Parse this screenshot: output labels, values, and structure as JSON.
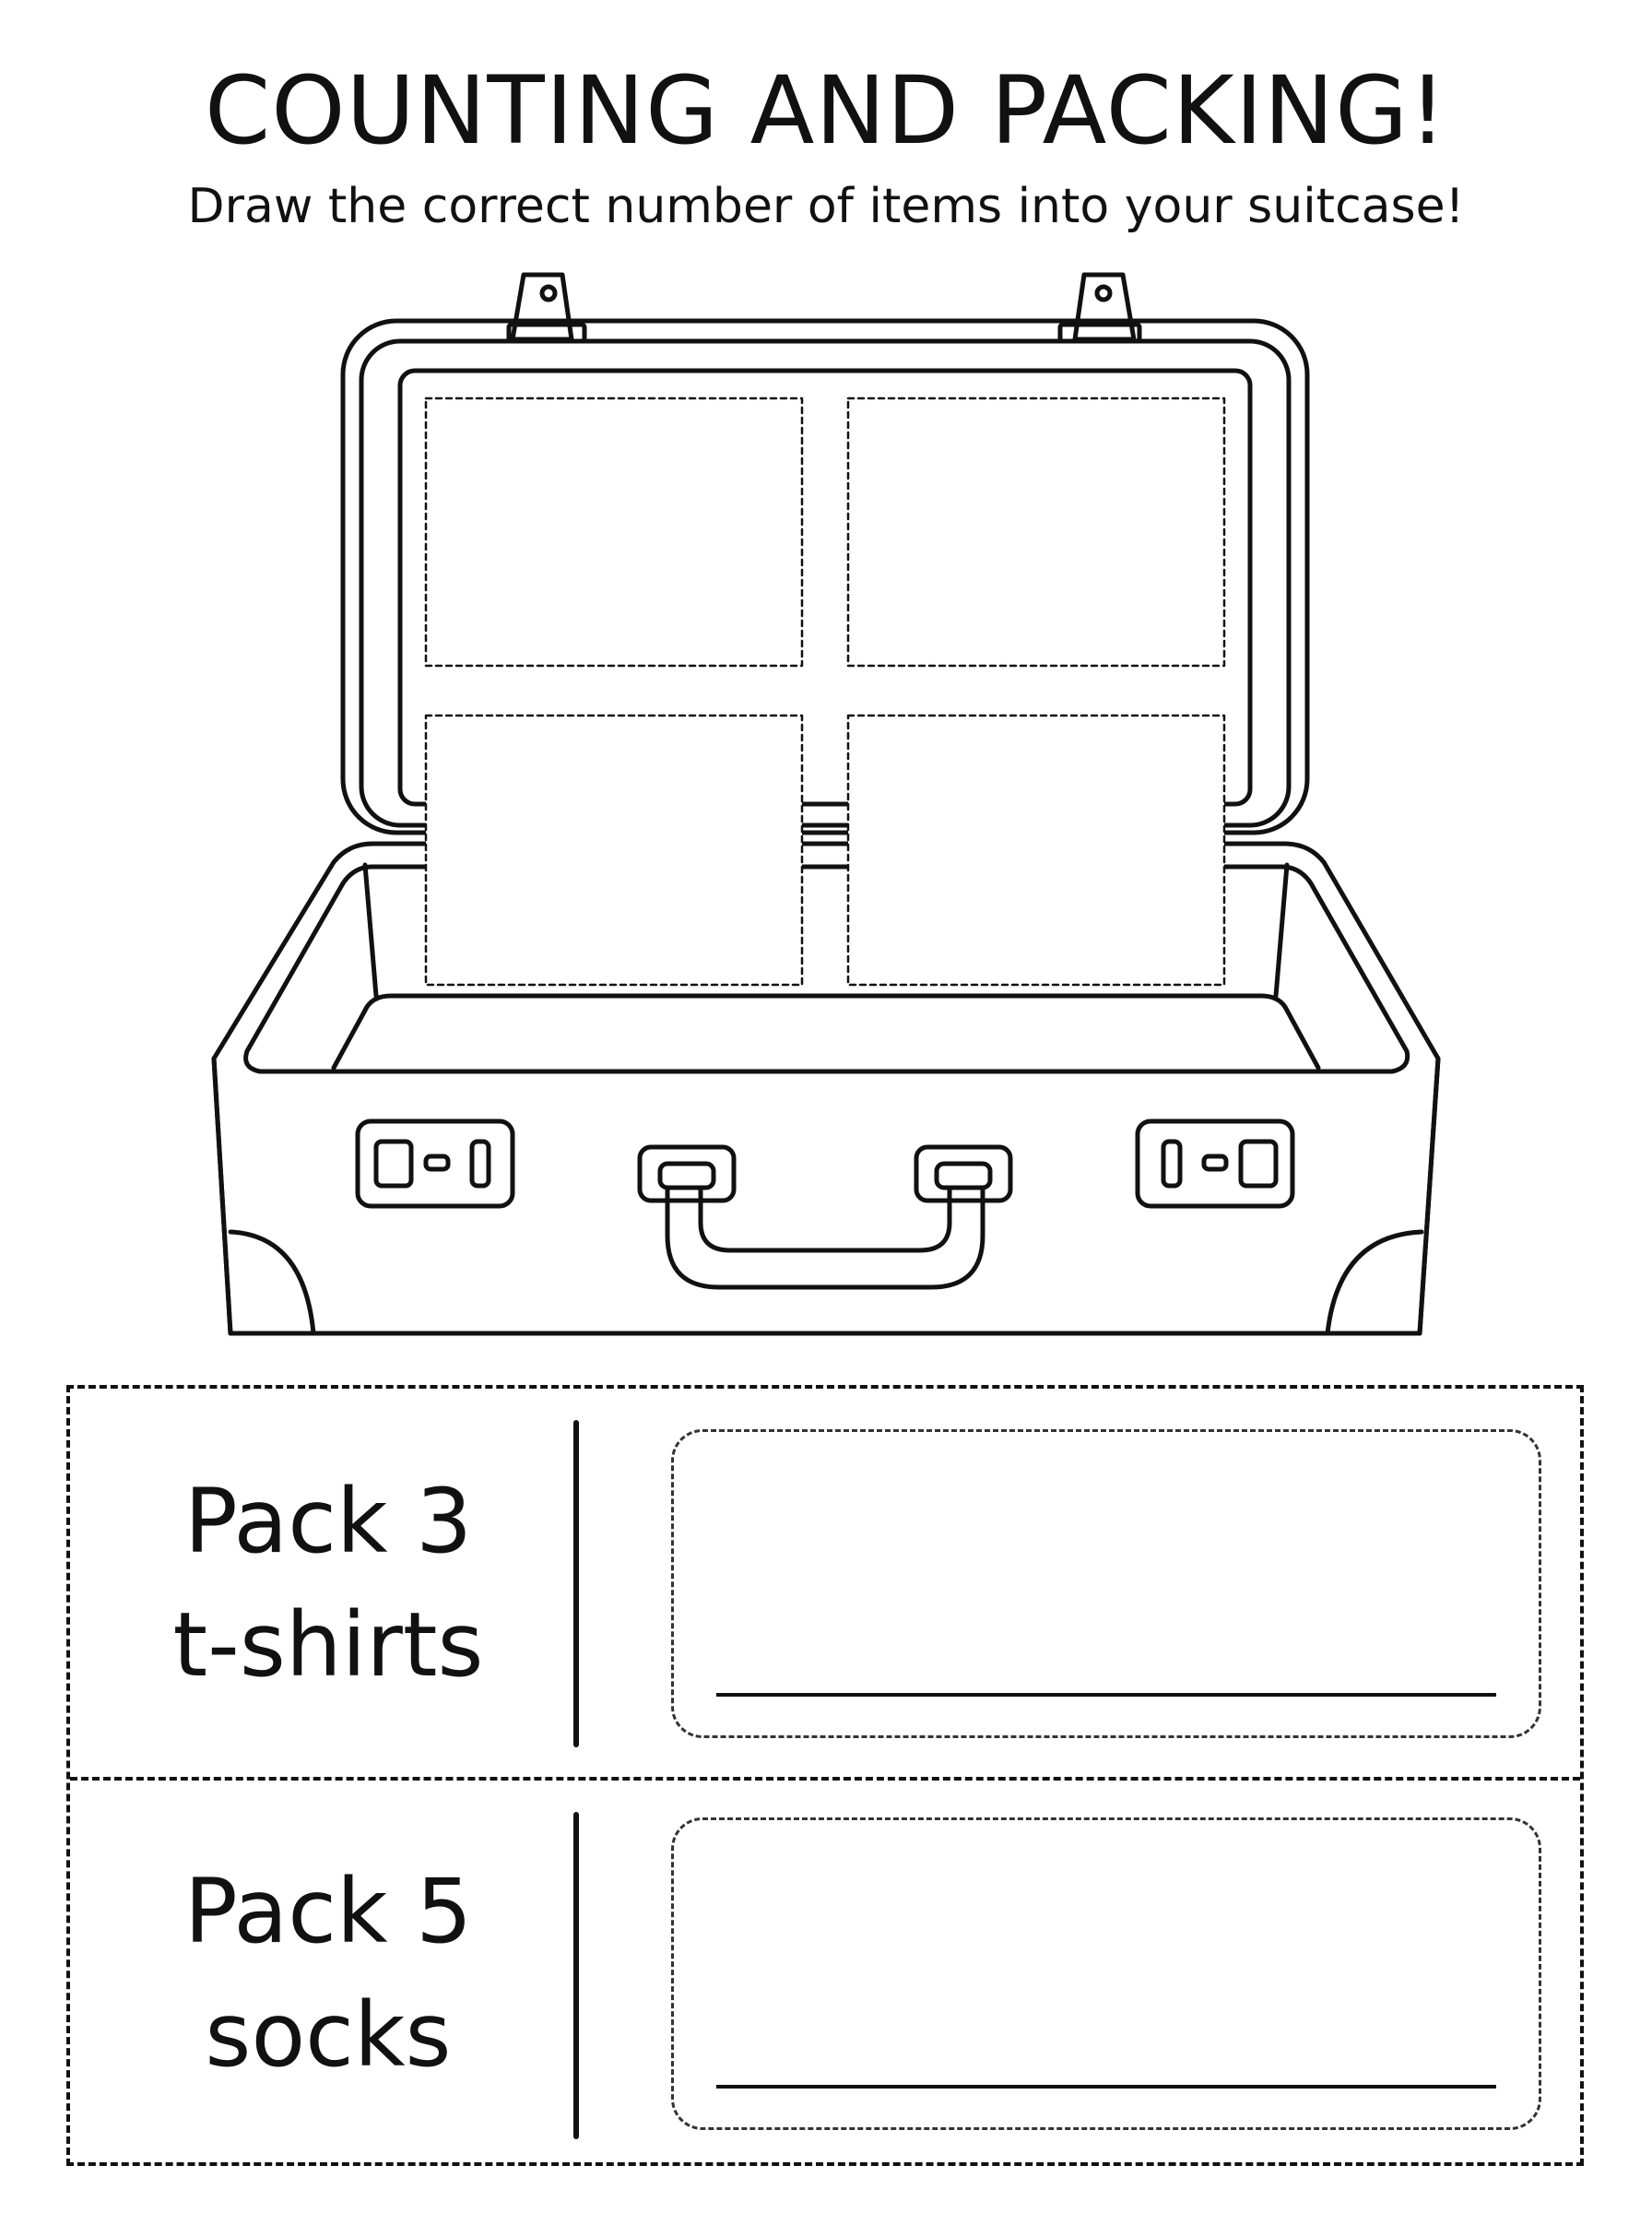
{
  "header": {
    "title": "COUNTING AND PACKING!",
    "subtitle": "Draw the correct number of items into your suitcase!"
  },
  "suitcase": {
    "lid_panels": 4,
    "icons": [
      "latch-icon",
      "handle-icon",
      "lock-icon"
    ]
  },
  "tasks": [
    {
      "line1": "Pack 3",
      "line2": "t-shirts",
      "count": 3
    },
    {
      "line1": "Pack 5",
      "line2": "socks",
      "count": 5
    }
  ]
}
